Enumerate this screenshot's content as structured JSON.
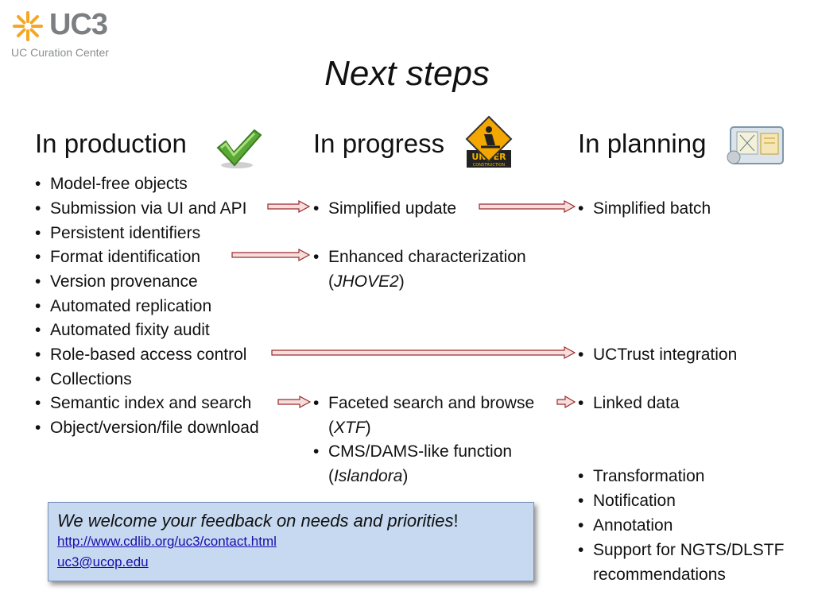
{
  "logo": {
    "text": "UC3",
    "subtitle": "UC Curation Center"
  },
  "title": "Next steps",
  "columns": {
    "production": {
      "heading": "In production",
      "icon": "checkmark-icon",
      "items": [
        "Model-free objects",
        "Submission via UI and API",
        "Persistent identifiers",
        "Format identification",
        "Version provenance",
        "Automated replication",
        "Automated fixity audit",
        "Role-based access control",
        "Collections",
        "Semantic index and search",
        "Object/version/file download"
      ]
    },
    "progress": {
      "heading": "In progress",
      "icon": "under-construction-icon",
      "items": [
        {
          "text": "Simplified update"
        },
        {
          "text": "Enhanced characterization",
          "line2_prefix": "(",
          "line2_italic": "JHOVE2",
          "line2_suffix": ")"
        },
        {
          "text": "Faceted search and browse",
          "line2_prefix": "(",
          "line2_italic": "XTF",
          "line2_suffix": ")"
        },
        {
          "text": "CMS/DAMS-like function",
          "line2_prefix": "(",
          "line2_italic": "Islandora",
          "line2_suffix": ")"
        }
      ]
    },
    "planning": {
      "heading": "In planning",
      "icon": "blueprint-icon",
      "items": [
        "Simplified batch",
        "UCTrust integration",
        "Linked data",
        "Transformation",
        "Notification",
        "Annotation",
        "Support for NGTS/DLSTF",
        "recommendations"
      ]
    }
  },
  "feedback": {
    "text_italic": "We welcome your feedback on needs and priorities",
    "text_end": "!",
    "link_url": "http://www.cdlib.org/uc3/contact.html",
    "email": "uc3@ucop.edu"
  },
  "colors": {
    "arrow_fill": "#f6dede",
    "arrow_stroke": "#9b2c2c",
    "feedback_bg": "#c6d9f1",
    "logo_orange": "#f5a623"
  }
}
